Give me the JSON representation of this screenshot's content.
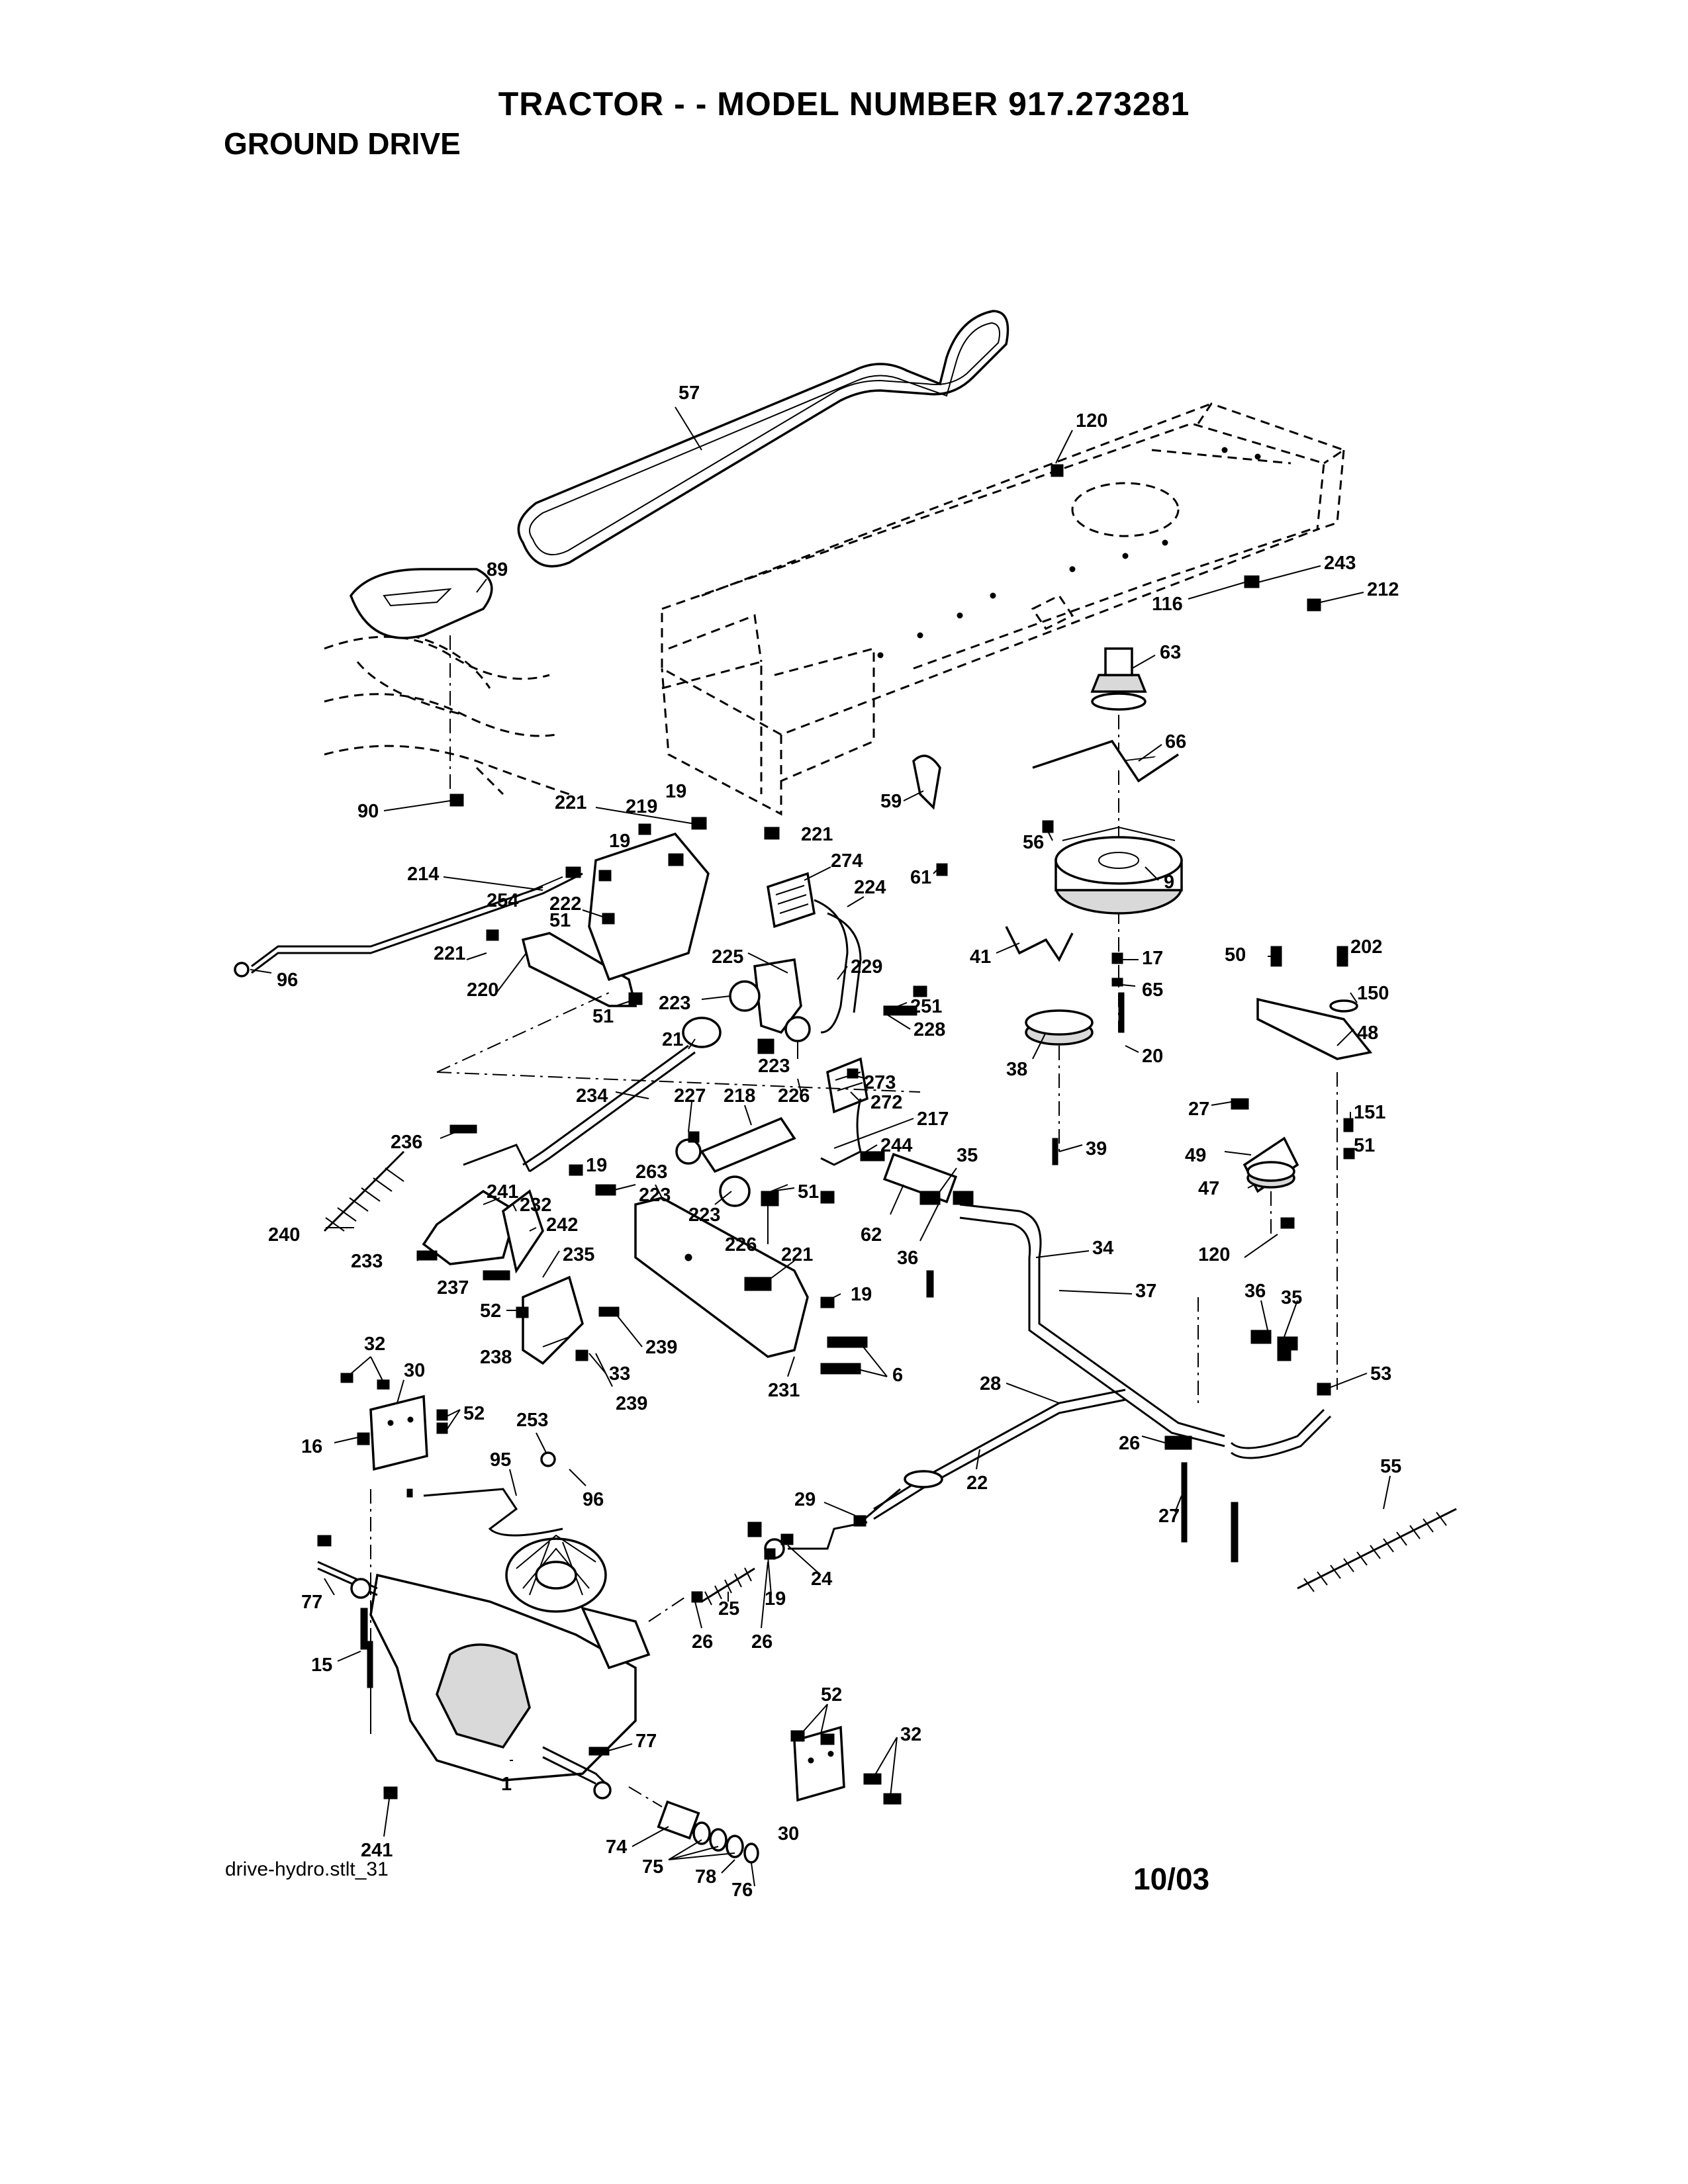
{
  "header": {
    "title": "TRACTOR - - MODEL NUMBER 917.273281",
    "subtitle": "GROUND DRIVE"
  },
  "footer": {
    "file_name": "drive-hydro.stlt_31",
    "date": "10/03"
  },
  "callouts": [
    {
      "id": "c57",
      "label": "57"
    },
    {
      "id": "c120a",
      "label": "120"
    },
    {
      "id": "c243",
      "label": "243"
    },
    {
      "id": "c116",
      "label": "116"
    },
    {
      "id": "c212",
      "label": "212"
    },
    {
      "id": "c89",
      "label": "89"
    },
    {
      "id": "c63",
      "label": "63"
    },
    {
      "id": "c66",
      "label": "66"
    },
    {
      "id": "c59",
      "label": "59"
    },
    {
      "id": "c90",
      "label": "90"
    },
    {
      "id": "c19a",
      "label": "19"
    },
    {
      "id": "c219",
      "label": "219"
    },
    {
      "id": "c221a",
      "label": "221"
    },
    {
      "id": "c221b",
      "label": "221"
    },
    {
      "id": "c19b",
      "label": "19"
    },
    {
      "id": "c56",
      "label": "56"
    },
    {
      "id": "c61",
      "label": "61"
    },
    {
      "id": "c9",
      "label": "9"
    },
    {
      "id": "c274",
      "label": "274"
    },
    {
      "id": "c224",
      "label": "224"
    },
    {
      "id": "c214",
      "label": "214"
    },
    {
      "id": "c254",
      "label": "254"
    },
    {
      "id": "c222",
      "label": "222"
    },
    {
      "id": "c51a",
      "label": "51"
    },
    {
      "id": "c41",
      "label": "41"
    },
    {
      "id": "c17",
      "label": "17"
    },
    {
      "id": "c50",
      "label": "50"
    },
    {
      "id": "c202",
      "label": "202"
    },
    {
      "id": "c150",
      "label": "150"
    },
    {
      "id": "c221c",
      "label": "221"
    },
    {
      "id": "c96a",
      "label": "96"
    },
    {
      "id": "c220",
      "label": "220"
    },
    {
      "id": "c225",
      "label": "225"
    },
    {
      "id": "c229",
      "label": "229"
    },
    {
      "id": "c65",
      "label": "65"
    },
    {
      "id": "c251",
      "label": "251"
    },
    {
      "id": "c48",
      "label": "48"
    },
    {
      "id": "c51b",
      "label": "51"
    },
    {
      "id": "c223a",
      "label": "223"
    },
    {
      "id": "c228",
      "label": "228"
    },
    {
      "id": "c20",
      "label": "20"
    },
    {
      "id": "c21",
      "label": "21"
    },
    {
      "id": "c223b",
      "label": "223"
    },
    {
      "id": "c226a",
      "label": "226"
    },
    {
      "id": "c273",
      "label": "273"
    },
    {
      "id": "c272",
      "label": "272"
    },
    {
      "id": "c38",
      "label": "38"
    },
    {
      "id": "c234",
      "label": "234"
    },
    {
      "id": "c227",
      "label": "227"
    },
    {
      "id": "c218",
      "label": "218"
    },
    {
      "id": "c217",
      "label": "217"
    },
    {
      "id": "c27a",
      "label": "27"
    },
    {
      "id": "c151",
      "label": "151"
    },
    {
      "id": "c236",
      "label": "236"
    },
    {
      "id": "c244",
      "label": "244"
    },
    {
      "id": "c39",
      "label": "39"
    },
    {
      "id": "c51c",
      "label": "51"
    },
    {
      "id": "c19c",
      "label": "19"
    },
    {
      "id": "c263",
      "label": "263"
    },
    {
      "id": "c35a",
      "label": "35"
    },
    {
      "id": "c49",
      "label": "49"
    },
    {
      "id": "c241a",
      "label": "241"
    },
    {
      "id": "c223c",
      "label": "223"
    },
    {
      "id": "c51d",
      "label": "51"
    },
    {
      "id": "c232",
      "label": "232"
    },
    {
      "id": "c223d",
      "label": "223"
    },
    {
      "id": "c62",
      "label": "62"
    },
    {
      "id": "c47",
      "label": "47"
    },
    {
      "id": "c240",
      "label": "240"
    },
    {
      "id": "c226b",
      "label": "226"
    },
    {
      "id": "c242",
      "label": "242"
    },
    {
      "id": "c36a",
      "label": "36"
    },
    {
      "id": "c120b",
      "label": "120"
    },
    {
      "id": "c34",
      "label": "34"
    },
    {
      "id": "c233",
      "label": "233"
    },
    {
      "id": "c235",
      "label": "235"
    },
    {
      "id": "c221d",
      "label": "221"
    },
    {
      "id": "c237",
      "label": "237"
    },
    {
      "id": "c19d",
      "label": "19"
    },
    {
      "id": "c37",
      "label": "37"
    },
    {
      "id": "c36b",
      "label": "36"
    },
    {
      "id": "c35b",
      "label": "35"
    },
    {
      "id": "c52a",
      "label": "52"
    },
    {
      "id": "c239a",
      "label": "239"
    },
    {
      "id": "c238",
      "label": "238"
    },
    {
      "id": "c33",
      "label": "33"
    },
    {
      "id": "c6",
      "label": "6"
    },
    {
      "id": "c32a",
      "label": "32"
    },
    {
      "id": "c53",
      "label": "53"
    },
    {
      "id": "c30a",
      "label": "30"
    },
    {
      "id": "c239b",
      "label": "239"
    },
    {
      "id": "c231",
      "label": "231"
    },
    {
      "id": "c28",
      "label": "28"
    },
    {
      "id": "c52b",
      "label": "52"
    },
    {
      "id": "c253",
      "label": "253"
    },
    {
      "id": "c16",
      "label": "16"
    },
    {
      "id": "c26a",
      "label": "26"
    },
    {
      "id": "c55",
      "label": "55"
    },
    {
      "id": "c95",
      "label": "95"
    },
    {
      "id": "c22",
      "label": "22"
    },
    {
      "id": "c96b",
      "label": "96"
    },
    {
      "id": "c27b",
      "label": "27"
    },
    {
      "id": "c29",
      "label": "29"
    },
    {
      "id": "c24",
      "label": "24"
    },
    {
      "id": "c77a",
      "label": "77"
    },
    {
      "id": "c19e",
      "label": "19"
    },
    {
      "id": "c25",
      "label": "25"
    },
    {
      "id": "c26b",
      "label": "26"
    },
    {
      "id": "c26c",
      "label": "26"
    },
    {
      "id": "c15",
      "label": "15"
    },
    {
      "id": "c52c",
      "label": "52"
    },
    {
      "id": "c77b",
      "label": "77"
    },
    {
      "id": "c32b",
      "label": "32"
    },
    {
      "id": "c1",
      "label": "1"
    },
    {
      "id": "c241b",
      "label": "241"
    },
    {
      "id": "c74",
      "label": "74"
    },
    {
      "id": "c30b",
      "label": "30"
    },
    {
      "id": "c75",
      "label": "75"
    },
    {
      "id": "c78",
      "label": "78"
    },
    {
      "id": "c76",
      "label": "76"
    }
  ]
}
